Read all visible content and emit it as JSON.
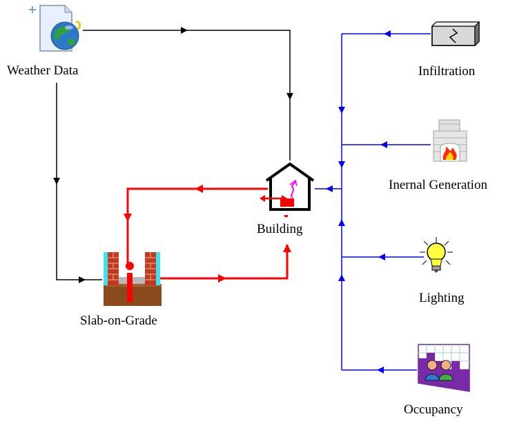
{
  "components": {
    "weather": {
      "label": "Weather Data",
      "icon": "weather-data-icon"
    },
    "building": {
      "label": "Building",
      "icon": "building-icon"
    },
    "slab": {
      "label": "Slab-on-Grade",
      "icon": "slab-on-grade-icon"
    },
    "infiltration": {
      "label": "Infiltration",
      "icon": "infiltration-icon"
    },
    "internal_gen": {
      "label": "Inernal Generation",
      "icon": "fireplace-icon"
    },
    "lighting": {
      "label": "Lighting",
      "icon": "light-bulb-icon"
    },
    "occupancy": {
      "label": "Occupancy",
      "icon": "occupancy-icon"
    }
  },
  "colors": {
    "weather_link": "#000000",
    "thermal_link": "#ff0000",
    "gains_link": "#0000ff"
  }
}
